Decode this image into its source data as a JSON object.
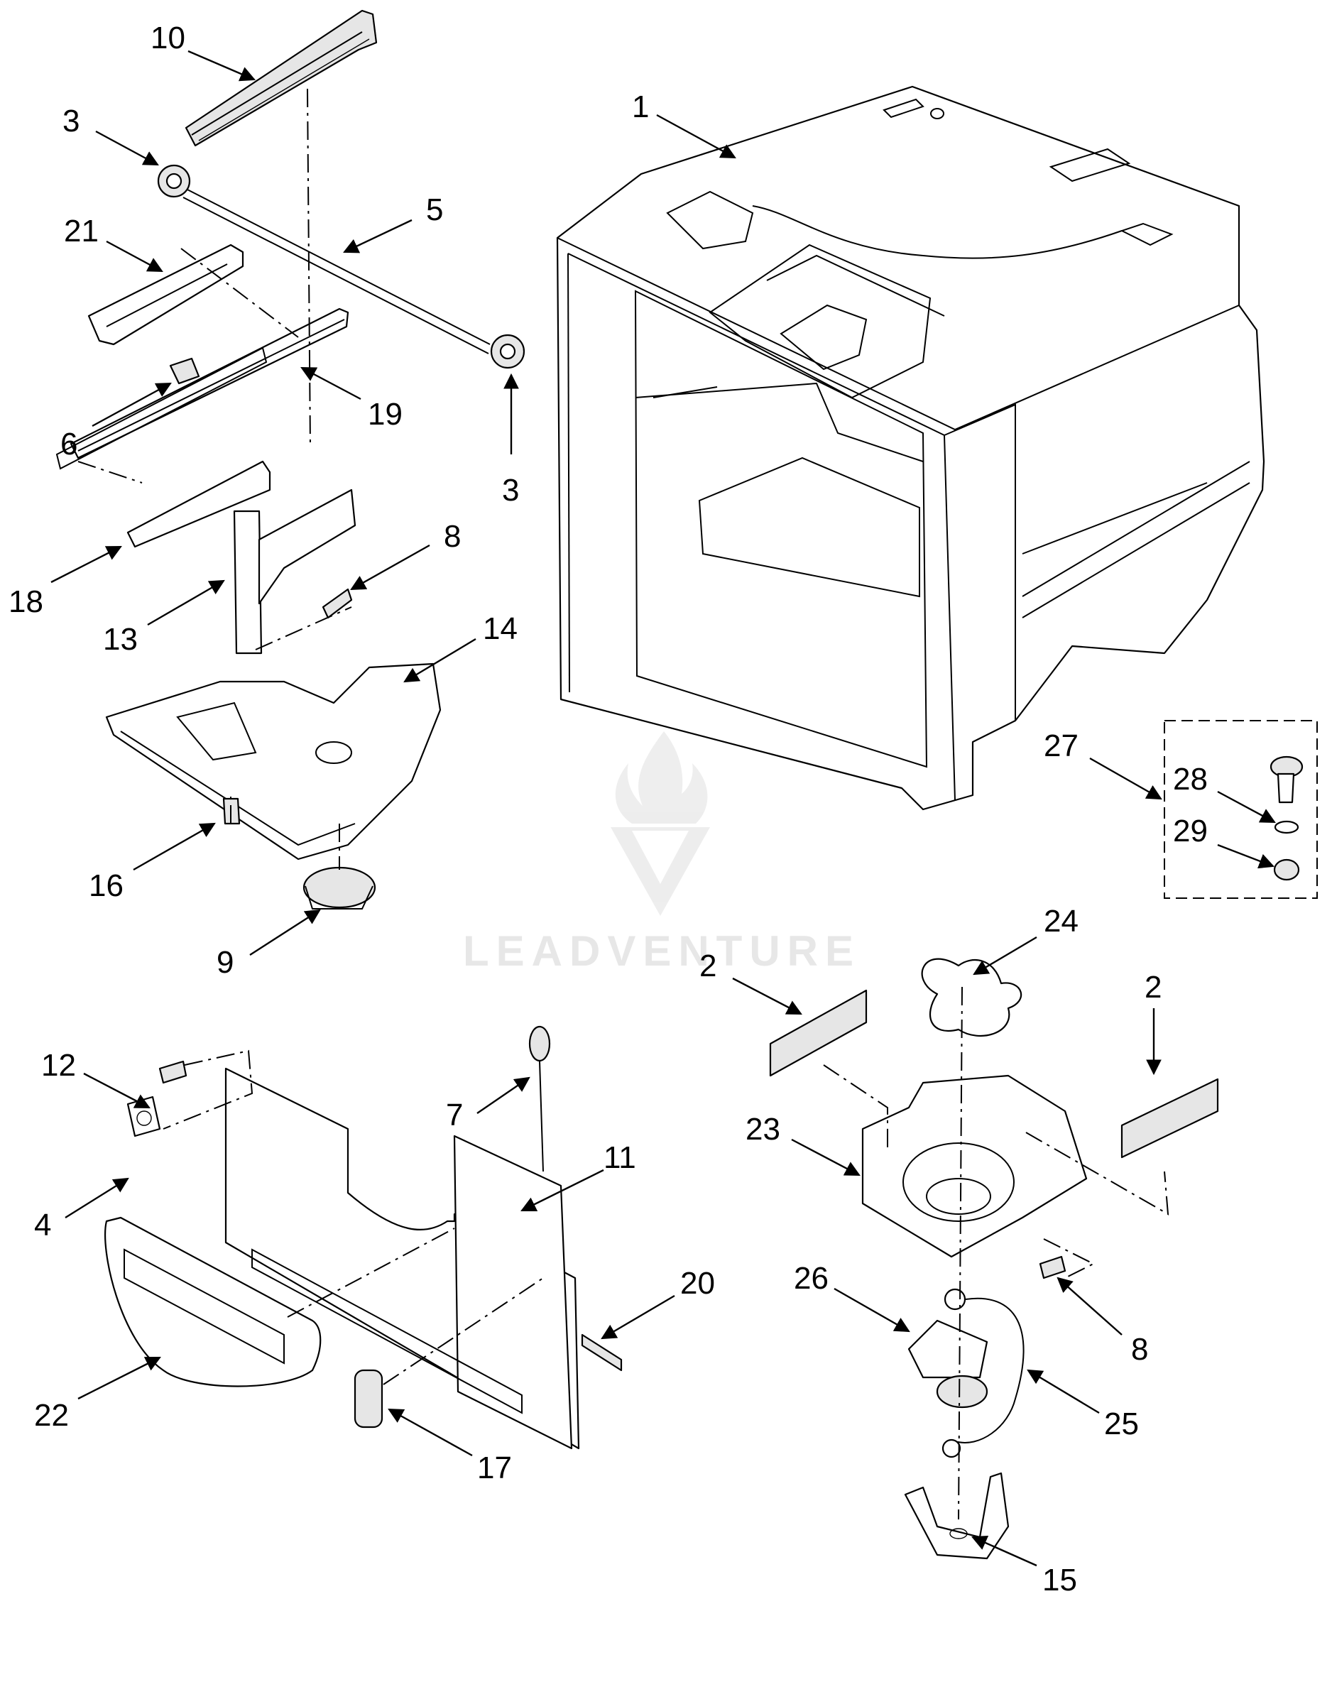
{
  "diagram": {
    "callouts": [
      {
        "id": "c1",
        "label": "1"
      },
      {
        "id": "c2a",
        "label": "2"
      },
      {
        "id": "c2b",
        "label": "2"
      },
      {
        "id": "c3a",
        "label": "3"
      },
      {
        "id": "c3b",
        "label": "3"
      },
      {
        "id": "c4",
        "label": "4"
      },
      {
        "id": "c5",
        "label": "5"
      },
      {
        "id": "c6",
        "label": "6"
      },
      {
        "id": "c7",
        "label": "7"
      },
      {
        "id": "c8a",
        "label": "8"
      },
      {
        "id": "c8b",
        "label": "8"
      },
      {
        "id": "c9",
        "label": "9"
      },
      {
        "id": "c10",
        "label": "10"
      },
      {
        "id": "c11",
        "label": "11"
      },
      {
        "id": "c12",
        "label": "12"
      },
      {
        "id": "c13",
        "label": "13"
      },
      {
        "id": "c14",
        "label": "14"
      },
      {
        "id": "c15",
        "label": "15"
      },
      {
        "id": "c16",
        "label": "16"
      },
      {
        "id": "c17",
        "label": "17"
      },
      {
        "id": "c18",
        "label": "18"
      },
      {
        "id": "c19",
        "label": "19"
      },
      {
        "id": "c20",
        "label": "20"
      },
      {
        "id": "c21",
        "label": "21"
      },
      {
        "id": "c22",
        "label": "22"
      },
      {
        "id": "c23",
        "label": "23"
      },
      {
        "id": "c24",
        "label": "24"
      },
      {
        "id": "c25",
        "label": "25"
      },
      {
        "id": "c26",
        "label": "26"
      },
      {
        "id": "c27",
        "label": "27"
      },
      {
        "id": "c28",
        "label": "28"
      },
      {
        "id": "c29",
        "label": "29"
      }
    ]
  },
  "watermark": {
    "text": "LEADVENTURE",
    "color": "#e7e7e7",
    "icon": "flame-v-logo"
  },
  "colors": {
    "line": "#000000",
    "background": "#ffffff",
    "shade": "#e6e6e6"
  }
}
